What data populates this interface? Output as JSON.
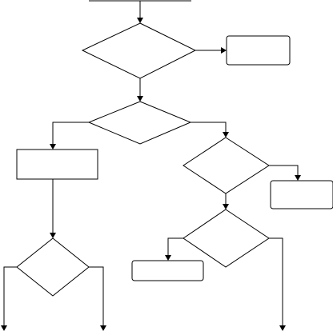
{
  "diagram": {
    "type": "flowchart",
    "stroke_color": "#000000",
    "fill_color": "#ffffff",
    "background_color": "#ffffff",
    "nodes": [
      {
        "id": "start-bar",
        "kind": "terminal-bar",
        "label": ""
      },
      {
        "id": "decision-1",
        "kind": "decision",
        "label": ""
      },
      {
        "id": "process-1",
        "kind": "process",
        "label": ""
      },
      {
        "id": "decision-2",
        "kind": "decision",
        "label": ""
      },
      {
        "id": "process-2",
        "kind": "process",
        "label": ""
      },
      {
        "id": "decision-3",
        "kind": "decision",
        "label": ""
      },
      {
        "id": "process-3",
        "kind": "process",
        "label": ""
      },
      {
        "id": "decision-4",
        "kind": "decision",
        "label": ""
      },
      {
        "id": "process-4",
        "kind": "process",
        "label": ""
      },
      {
        "id": "decision-5",
        "kind": "decision",
        "label": ""
      }
    ],
    "edges": [
      {
        "from": "start-bar",
        "to": "decision-1"
      },
      {
        "from": "decision-1",
        "to": "process-1"
      },
      {
        "from": "decision-1",
        "to": "decision-2"
      },
      {
        "from": "decision-2",
        "to": "process-2"
      },
      {
        "from": "decision-2",
        "to": "decision-3"
      },
      {
        "from": "decision-3",
        "to": "process-3"
      },
      {
        "from": "decision-3",
        "to": "decision-4"
      },
      {
        "from": "decision-4",
        "to": "process-4"
      },
      {
        "from": "decision-4",
        "to": "exit"
      },
      {
        "from": "process-2",
        "to": "decision-5"
      },
      {
        "from": "decision-5",
        "to": "exit"
      },
      {
        "from": "decision-5",
        "to": "exit"
      }
    ]
  }
}
